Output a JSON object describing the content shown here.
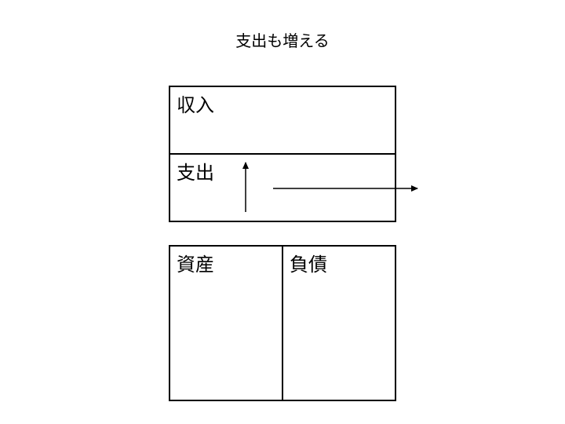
{
  "title": "支出も増える",
  "income_statement": {
    "income_label": "収入",
    "expense_label": "支出"
  },
  "balance_sheet": {
    "assets_label": "資産",
    "liabilities_label": "負債"
  },
  "arrows": [
    {
      "name": "expense-up-arrow",
      "direction": "up"
    },
    {
      "name": "expense-outflow-arrow",
      "direction": "right"
    }
  ]
}
